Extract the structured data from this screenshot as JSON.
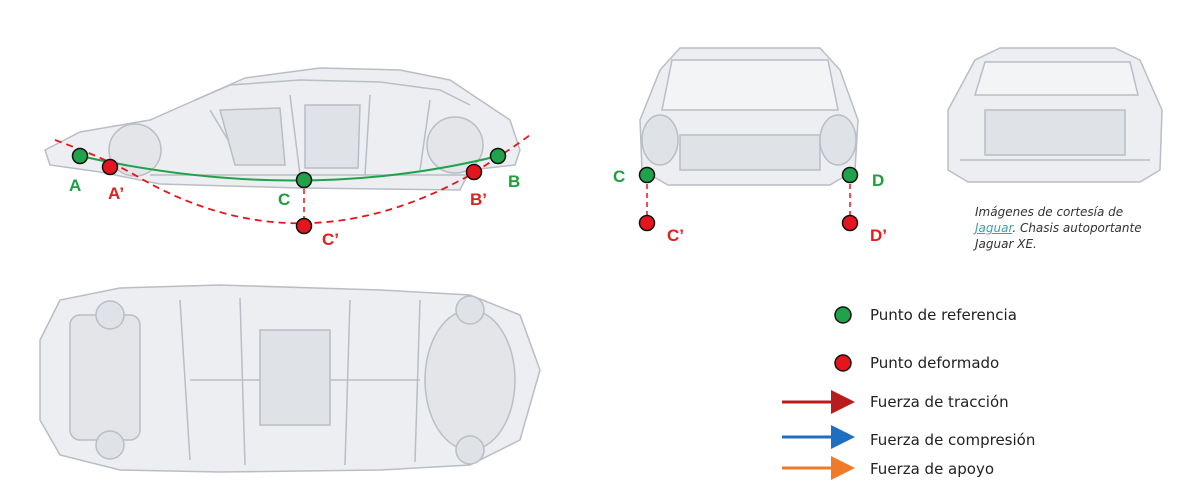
{
  "points": {
    "A": "A",
    "A_prime": "A’",
    "B": "B",
    "B_prime": "B’",
    "C_side": "C",
    "C_side_prime": "C’",
    "C_front": "C",
    "C_front_prime": "C’",
    "D": "D",
    "D_prime": "D’"
  },
  "credit": {
    "prefix": "Imágenes de cortesía de",
    "link": "Jaguar",
    "suffix": ". Chasis autoportante Jaguar XE."
  },
  "legend": {
    "reference": "Punto de referencia",
    "deformed": "Punto deformado",
    "traction": "Fuerza de tracción",
    "compression": "Fuerza de compresión",
    "support": "Fuerza de apoyo"
  },
  "colors": {
    "reference_point": "#1fa24a",
    "deformed_point": "#e4151c",
    "traction": "#b81d1d",
    "compression": "#1e6fc0",
    "support": "#ef7a2a"
  }
}
